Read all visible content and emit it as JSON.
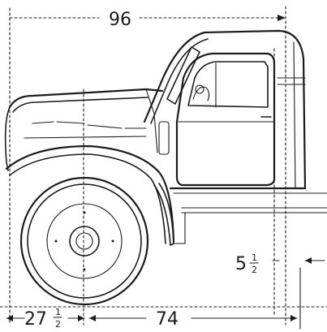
{
  "dimensions": {
    "overall_length": "96",
    "front_overhang_whole": "27",
    "front_overhang_fraction_num": "1",
    "front_overhang_fraction_den": "2",
    "wheelbase_segment": "74",
    "ground_clearance_whole": "5",
    "ground_clearance_fraction_num": "1",
    "ground_clearance_fraction_den": "2"
  }
}
